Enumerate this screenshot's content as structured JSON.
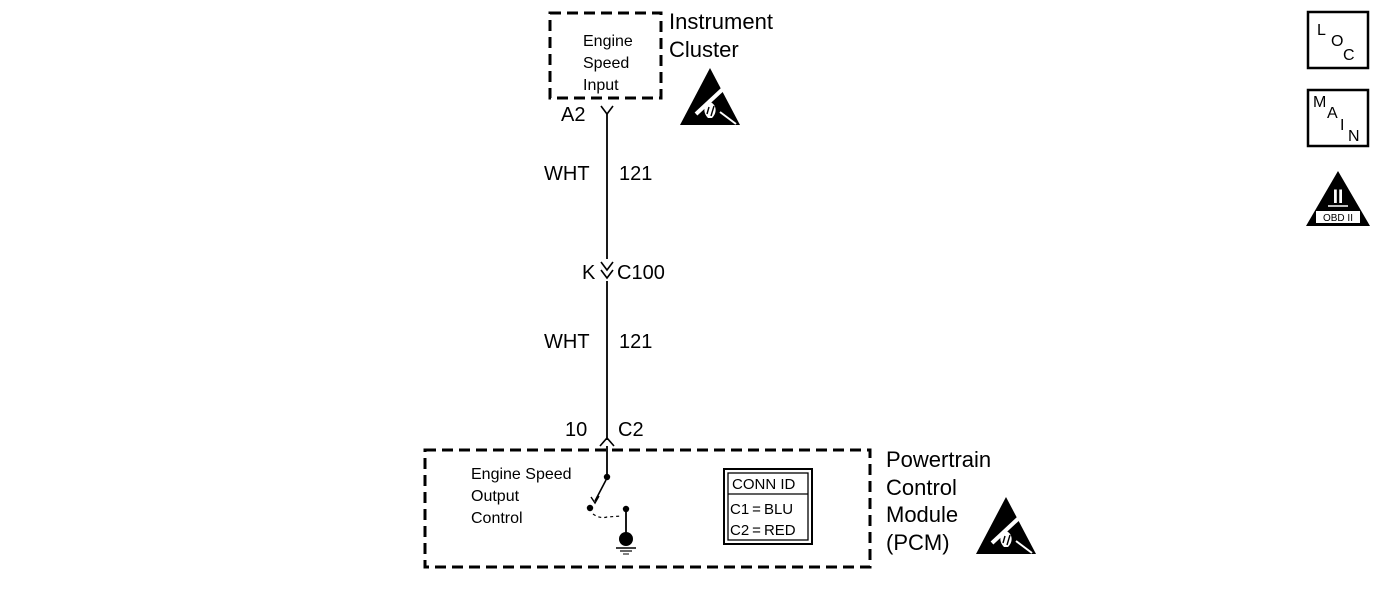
{
  "instrument_cluster": {
    "name_line1": "Instrument",
    "name_line2": "Cluster",
    "input_line1": "Engine",
    "input_line2": "Speed",
    "input_line3": "Input",
    "pin": "A2"
  },
  "wire_upper": {
    "color": "WHT",
    "circuit": "121"
  },
  "connector_mid": {
    "pin": "K",
    "name": "C100"
  },
  "wire_lower": {
    "color": "WHT",
    "circuit": "121"
  },
  "pcm_connector": {
    "pin": "10",
    "name": "C2"
  },
  "pcm": {
    "name_line1": "Powertrain",
    "name_line2": "Control",
    "name_line3": "Module",
    "name_line4": "(PCM)",
    "switch_line1": "Engine Speed",
    "switch_line2": "Output",
    "switch_line3": "Control"
  },
  "conn_id": {
    "header": "CONN ID",
    "row1": "C1 = BLU",
    "row2": "C2 = RED"
  },
  "side_icons": {
    "loc": [
      "L",
      "O",
      "C"
    ],
    "main": [
      "M",
      "A",
      "I",
      "N"
    ],
    "obd": {
      "numeral": "II",
      "label": "OBD II"
    }
  },
  "icons": [
    "esd-warning-icon",
    "ground-icon",
    "switch-icon",
    "loc-icon",
    "main-icon",
    "obd-ii-icon"
  ]
}
